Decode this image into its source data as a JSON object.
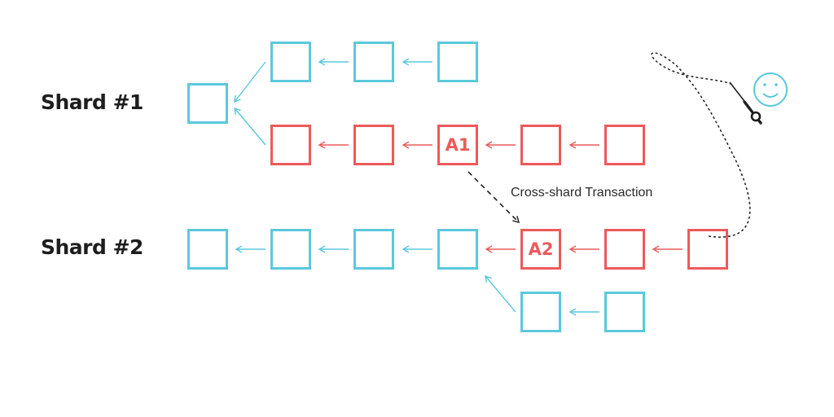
{
  "shard1": {
    "label": "Shard #1"
  },
  "shard2": {
    "label": "Shard #2"
  },
  "blocks": {
    "a1": "A1",
    "a2": "A2"
  },
  "cross_shard": {
    "label": "Cross-shard Transaction"
  },
  "colors": {
    "teal": "#5bc8dc",
    "red": "#ec5a5a",
    "dark": "#1e1e1e"
  },
  "icons": [
    "smiley-icon",
    "fishing-rod-icon"
  ]
}
